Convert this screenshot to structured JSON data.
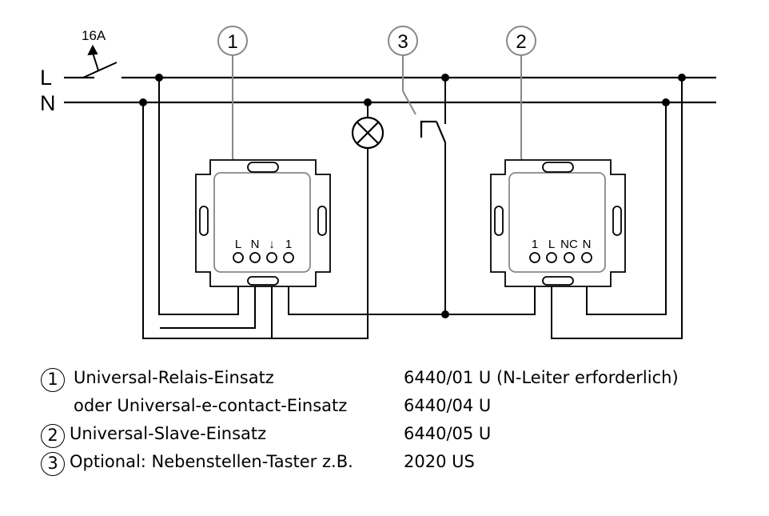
{
  "diagram": {
    "rating_label": "16A",
    "line_labels": {
      "L": "L",
      "N": "N"
    },
    "callouts": [
      "1",
      "2",
      "3"
    ],
    "relay_insert_terminals": [
      "L",
      "N",
      "↓",
      "1"
    ],
    "slave_insert_terminals": [
      "1",
      "L",
      "NC",
      "N"
    ],
    "icons": [
      "breaker-switch-icon",
      "lamp-icon",
      "pushbutton-icon",
      "insert-device-icon"
    ]
  },
  "legend": [
    {
      "number": "1",
      "description": "Universal-Relais-Einsatz",
      "article": "6440/01 U (N-Leiter erforderlich)"
    },
    {
      "number": "",
      "description": "oder Universal-e-contact-Einsatz",
      "article": "6440/04 U"
    },
    {
      "number": "2",
      "description": "Universal-Slave-Einsatz",
      "article": "6440/05 U"
    },
    {
      "number": "3",
      "description": "Optional: Nebenstellen-Taster z.B.",
      "article": "2020 US"
    }
  ]
}
